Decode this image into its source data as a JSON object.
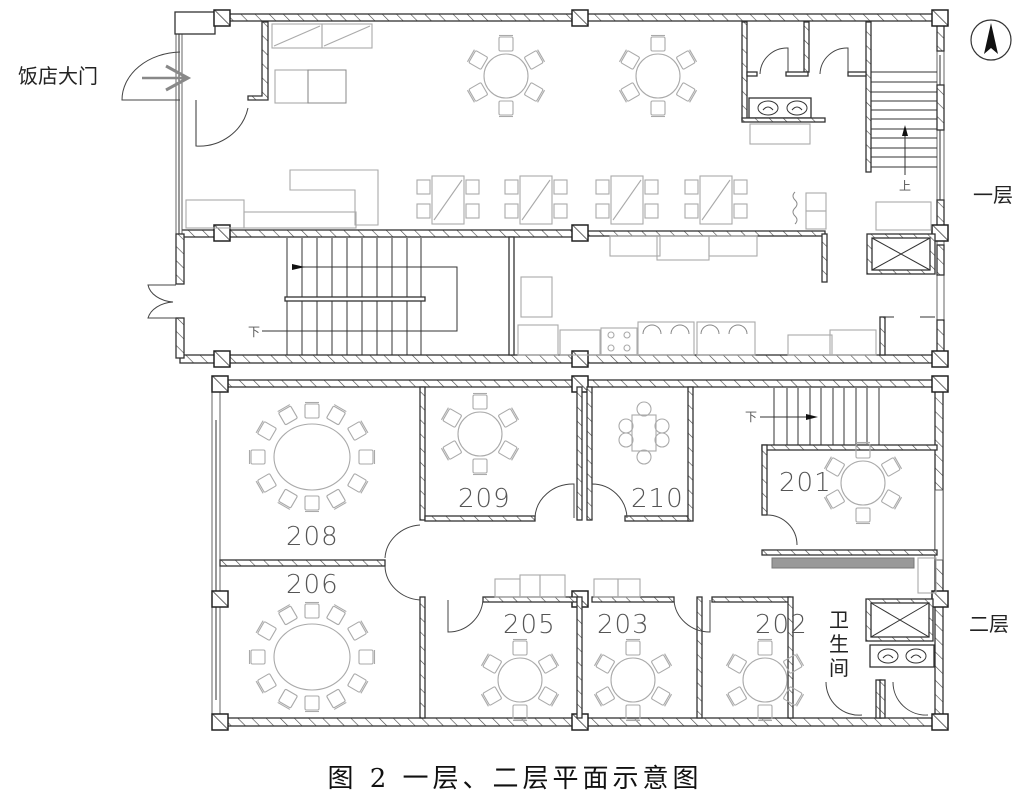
{
  "figure": {
    "caption": "图 2 一层、二层平面示意图",
    "type": "architectural floor plan"
  },
  "labels": {
    "entrance": "饭店大门",
    "floor1": "一层",
    "floor2": "二层",
    "restroom": "卫生间",
    "restroom_chars": [
      "卫",
      "生",
      "间"
    ],
    "stair_up": "上",
    "stair_down": "下"
  },
  "north_arrow": {
    "icon": "north-arrow-icon"
  },
  "floor1": {
    "areas": [
      {
        "name": "dining-hall",
        "round_tables": 2,
        "square_tables": 4
      },
      {
        "name": "stairwell-main"
      },
      {
        "name": "kitchen"
      },
      {
        "name": "restrooms",
        "sinks": 2
      },
      {
        "name": "stair-up-east"
      },
      {
        "name": "elevator"
      }
    ]
  },
  "floor2": {
    "rooms": [
      {
        "number": "201",
        "seats": 6
      },
      {
        "number": "202",
        "seats": 6
      },
      {
        "number": "203",
        "seats": 6
      },
      {
        "number": "205",
        "seats": 6
      },
      {
        "number": "206",
        "seats": 12
      },
      {
        "number": "208",
        "seats": 12
      },
      {
        "number": "209",
        "seats": 6
      },
      {
        "number": "210",
        "seats": 6
      }
    ]
  }
}
